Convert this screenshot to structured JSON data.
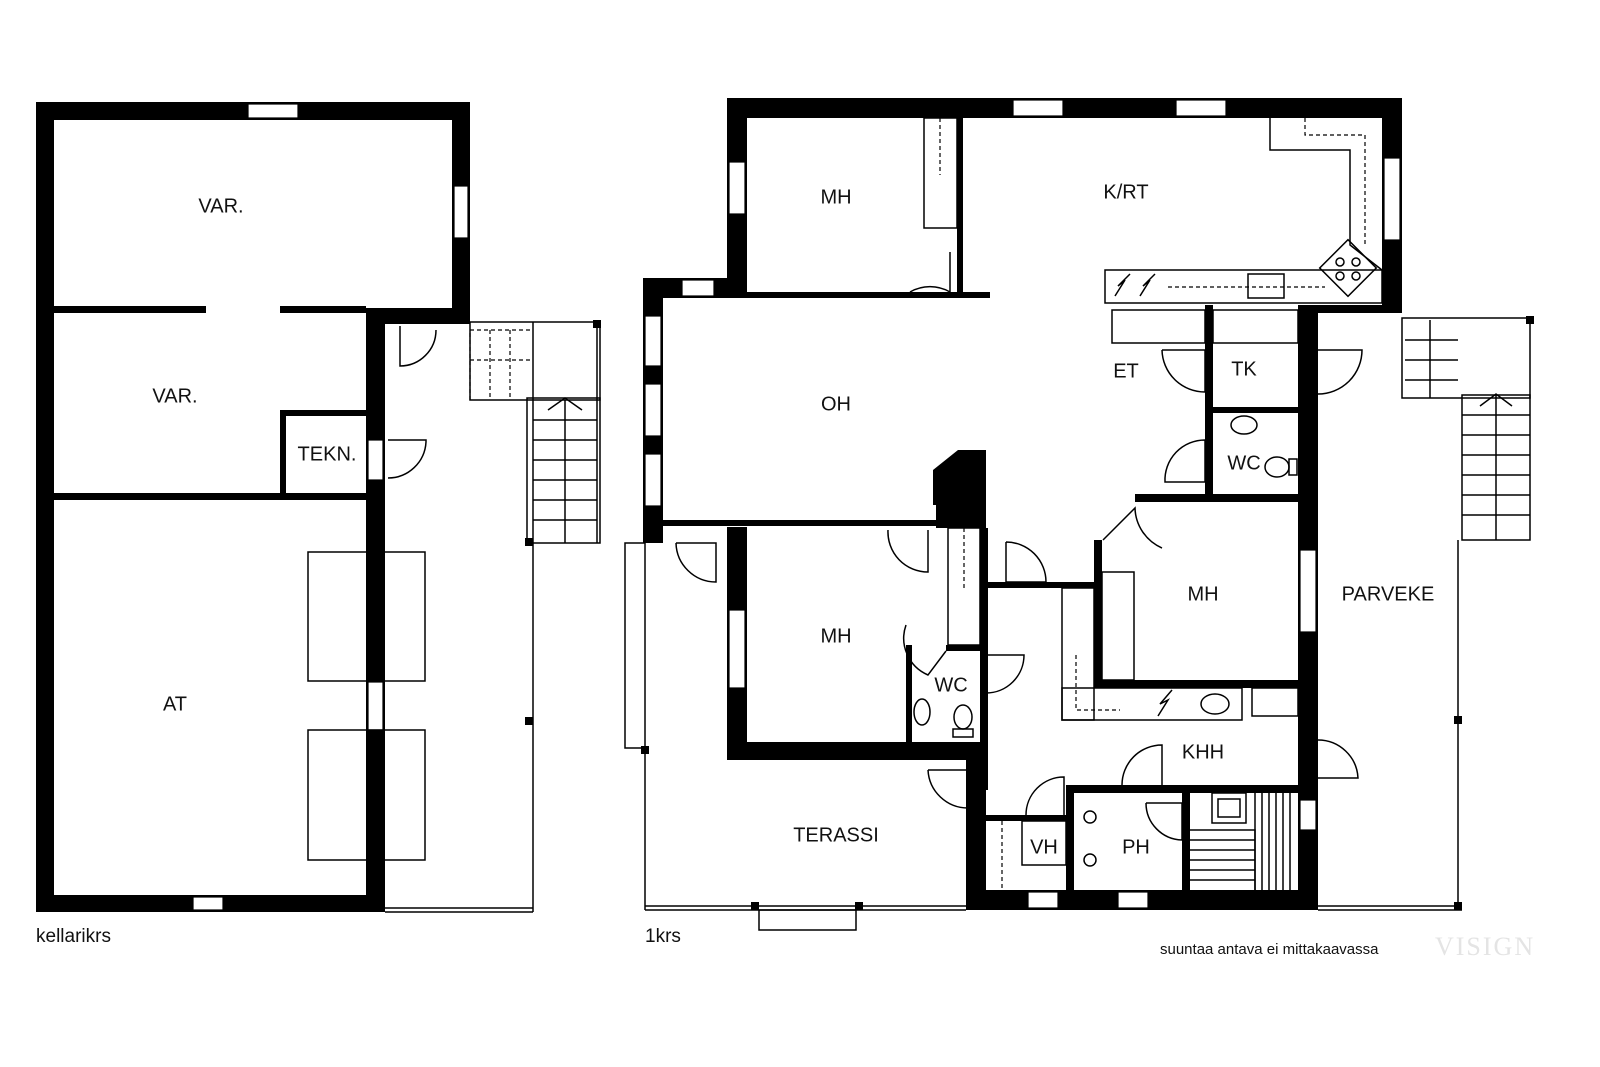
{
  "plans": {
    "basement": {
      "caption": "kellarikrs",
      "rooms": [
        "VAR.",
        "VAR.",
        "TEKN.",
        "AT"
      ]
    },
    "first_floor": {
      "caption": "1krs",
      "rooms": [
        "MH",
        "K/RT",
        "OH",
        "ET",
        "TK",
        "WC",
        "MH",
        "MH",
        "WC",
        "PARVEKE",
        "KHH",
        "TERASSI",
        "VH",
        "PH"
      ]
    }
  },
  "note": "suuntaa antava ei mittakaavassa",
  "watermark": "VISIGN"
}
